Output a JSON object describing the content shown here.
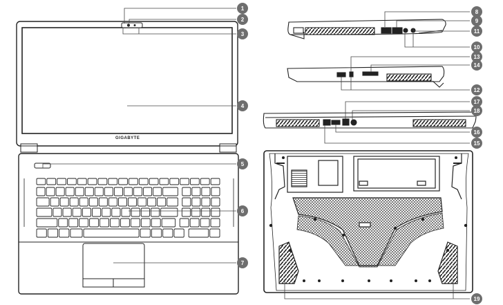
{
  "diagram": {
    "brand": "GIGABYTE",
    "colors": {
      "stroke": "#222222",
      "badge": "#6e6e6e",
      "leader": "#444444",
      "vent": "#333333",
      "bg": "#ffffff"
    },
    "callouts": [
      "1",
      "2",
      "3",
      "4",
      "5",
      "6",
      "7",
      "8",
      "9",
      "10",
      "11",
      "12",
      "13",
      "14",
      "15",
      "16",
      "17",
      "18",
      "19"
    ]
  }
}
